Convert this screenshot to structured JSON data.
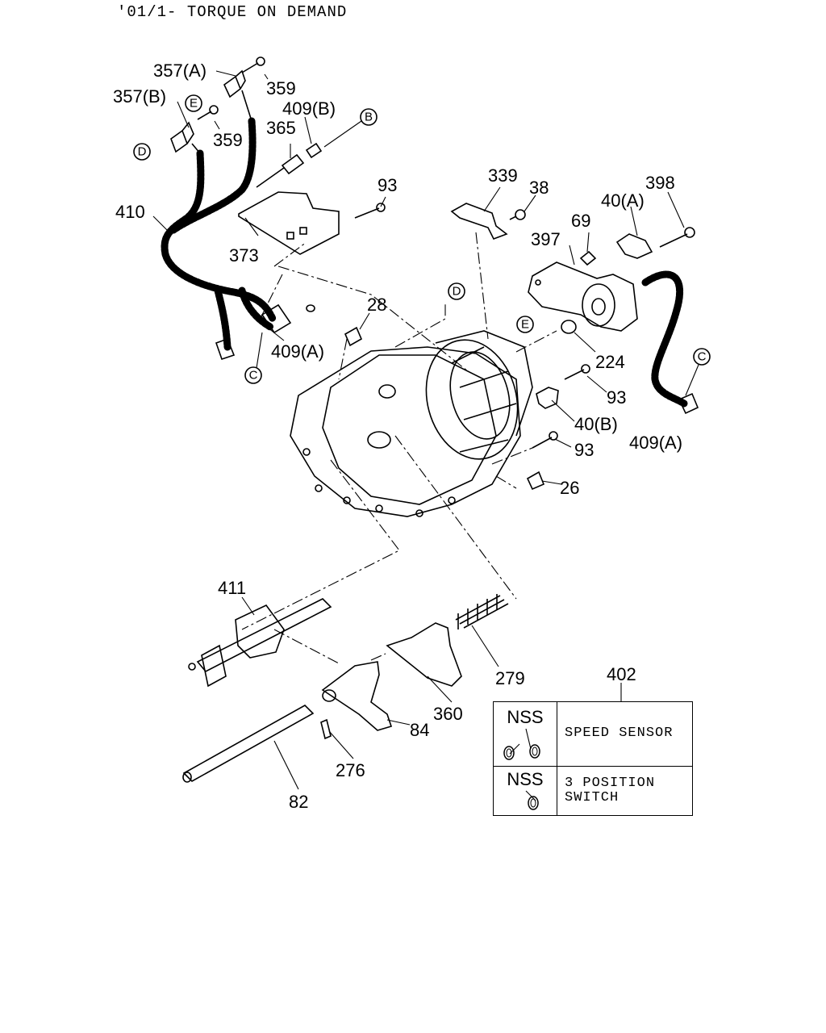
{
  "header": {
    "title": "'01/1- TORQUE ON DEMAND"
  },
  "callouts": {
    "c357a": "357(A)",
    "c359a": "359",
    "c357b": "357(B)",
    "c359b": "359",
    "c409b": "409(B)",
    "c365": "365",
    "c410": "410",
    "c373": "373",
    "c93a": "93",
    "c339": "339",
    "c38": "38",
    "c398": "398",
    "c40a": "40(A)",
    "c69": "69",
    "c397": "397",
    "c28": "28",
    "c409a_left": "409(A)",
    "c224": "224",
    "c93b": "93",
    "c40b": "40(B)",
    "c93c": "93",
    "c409a_right": "409(A)",
    "c26": "26",
    "c411": "411",
    "c279": "279",
    "c360": "360",
    "c84": "84",
    "c276": "276",
    "c82": "82"
  },
  "ref_markers": {
    "B": "B",
    "D": "D",
    "E": "E",
    "C": "C"
  },
  "legend_table": {
    "label": "402",
    "rows": [
      {
        "code": "NSS",
        "description": "SPEED SENSOR"
      },
      {
        "code": "NSS",
        "description_line1": "3 POSITION",
        "description_line2": "SWITCH"
      }
    ]
  }
}
